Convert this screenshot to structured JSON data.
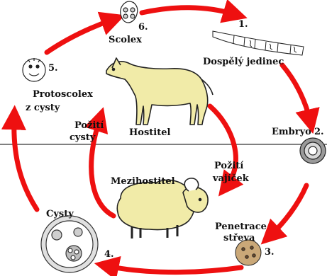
{
  "colors": {
    "arrow": "#ee1010",
    "ink": "#111111",
    "divider": "#000000",
    "animal_fill": "#f1eba8"
  },
  "stages": {
    "scolex": {
      "number": "6.",
      "label": "Scolex",
      "icon": "scolex-icon"
    },
    "adult": {
      "number": "1.",
      "label": "Dospělý jedinec",
      "icon": "adult-tapeworm-icon"
    },
    "embryo": {
      "number": "2.",
      "label": "Embryo",
      "icon": "embryo-icon"
    },
    "penetration": {
      "number": "3.",
      "label_line1": "Penetrace",
      "label_line2": "střeva",
      "icon": "penetration-icon"
    },
    "cysts": {
      "number": "4.",
      "label": "Cysty",
      "icon": "cyst-icon"
    },
    "protoscolex": {
      "number": "5.",
      "label_line1": "Protoscolex",
      "label_line2": "z cysty",
      "icon": "protoscolex-icon"
    }
  },
  "hosts": {
    "definitive": {
      "label": "Hostitel",
      "icon": "dog-icon"
    },
    "intermediate": {
      "label": "Mezihostitel",
      "icon": "sheep-icon"
    }
  },
  "transitions": {
    "ingest_cysts": {
      "line1": "Požití",
      "line2": "cysty"
    },
    "ingest_eggs": {
      "line1": "Požití",
      "line2": "vajíček"
    }
  }
}
